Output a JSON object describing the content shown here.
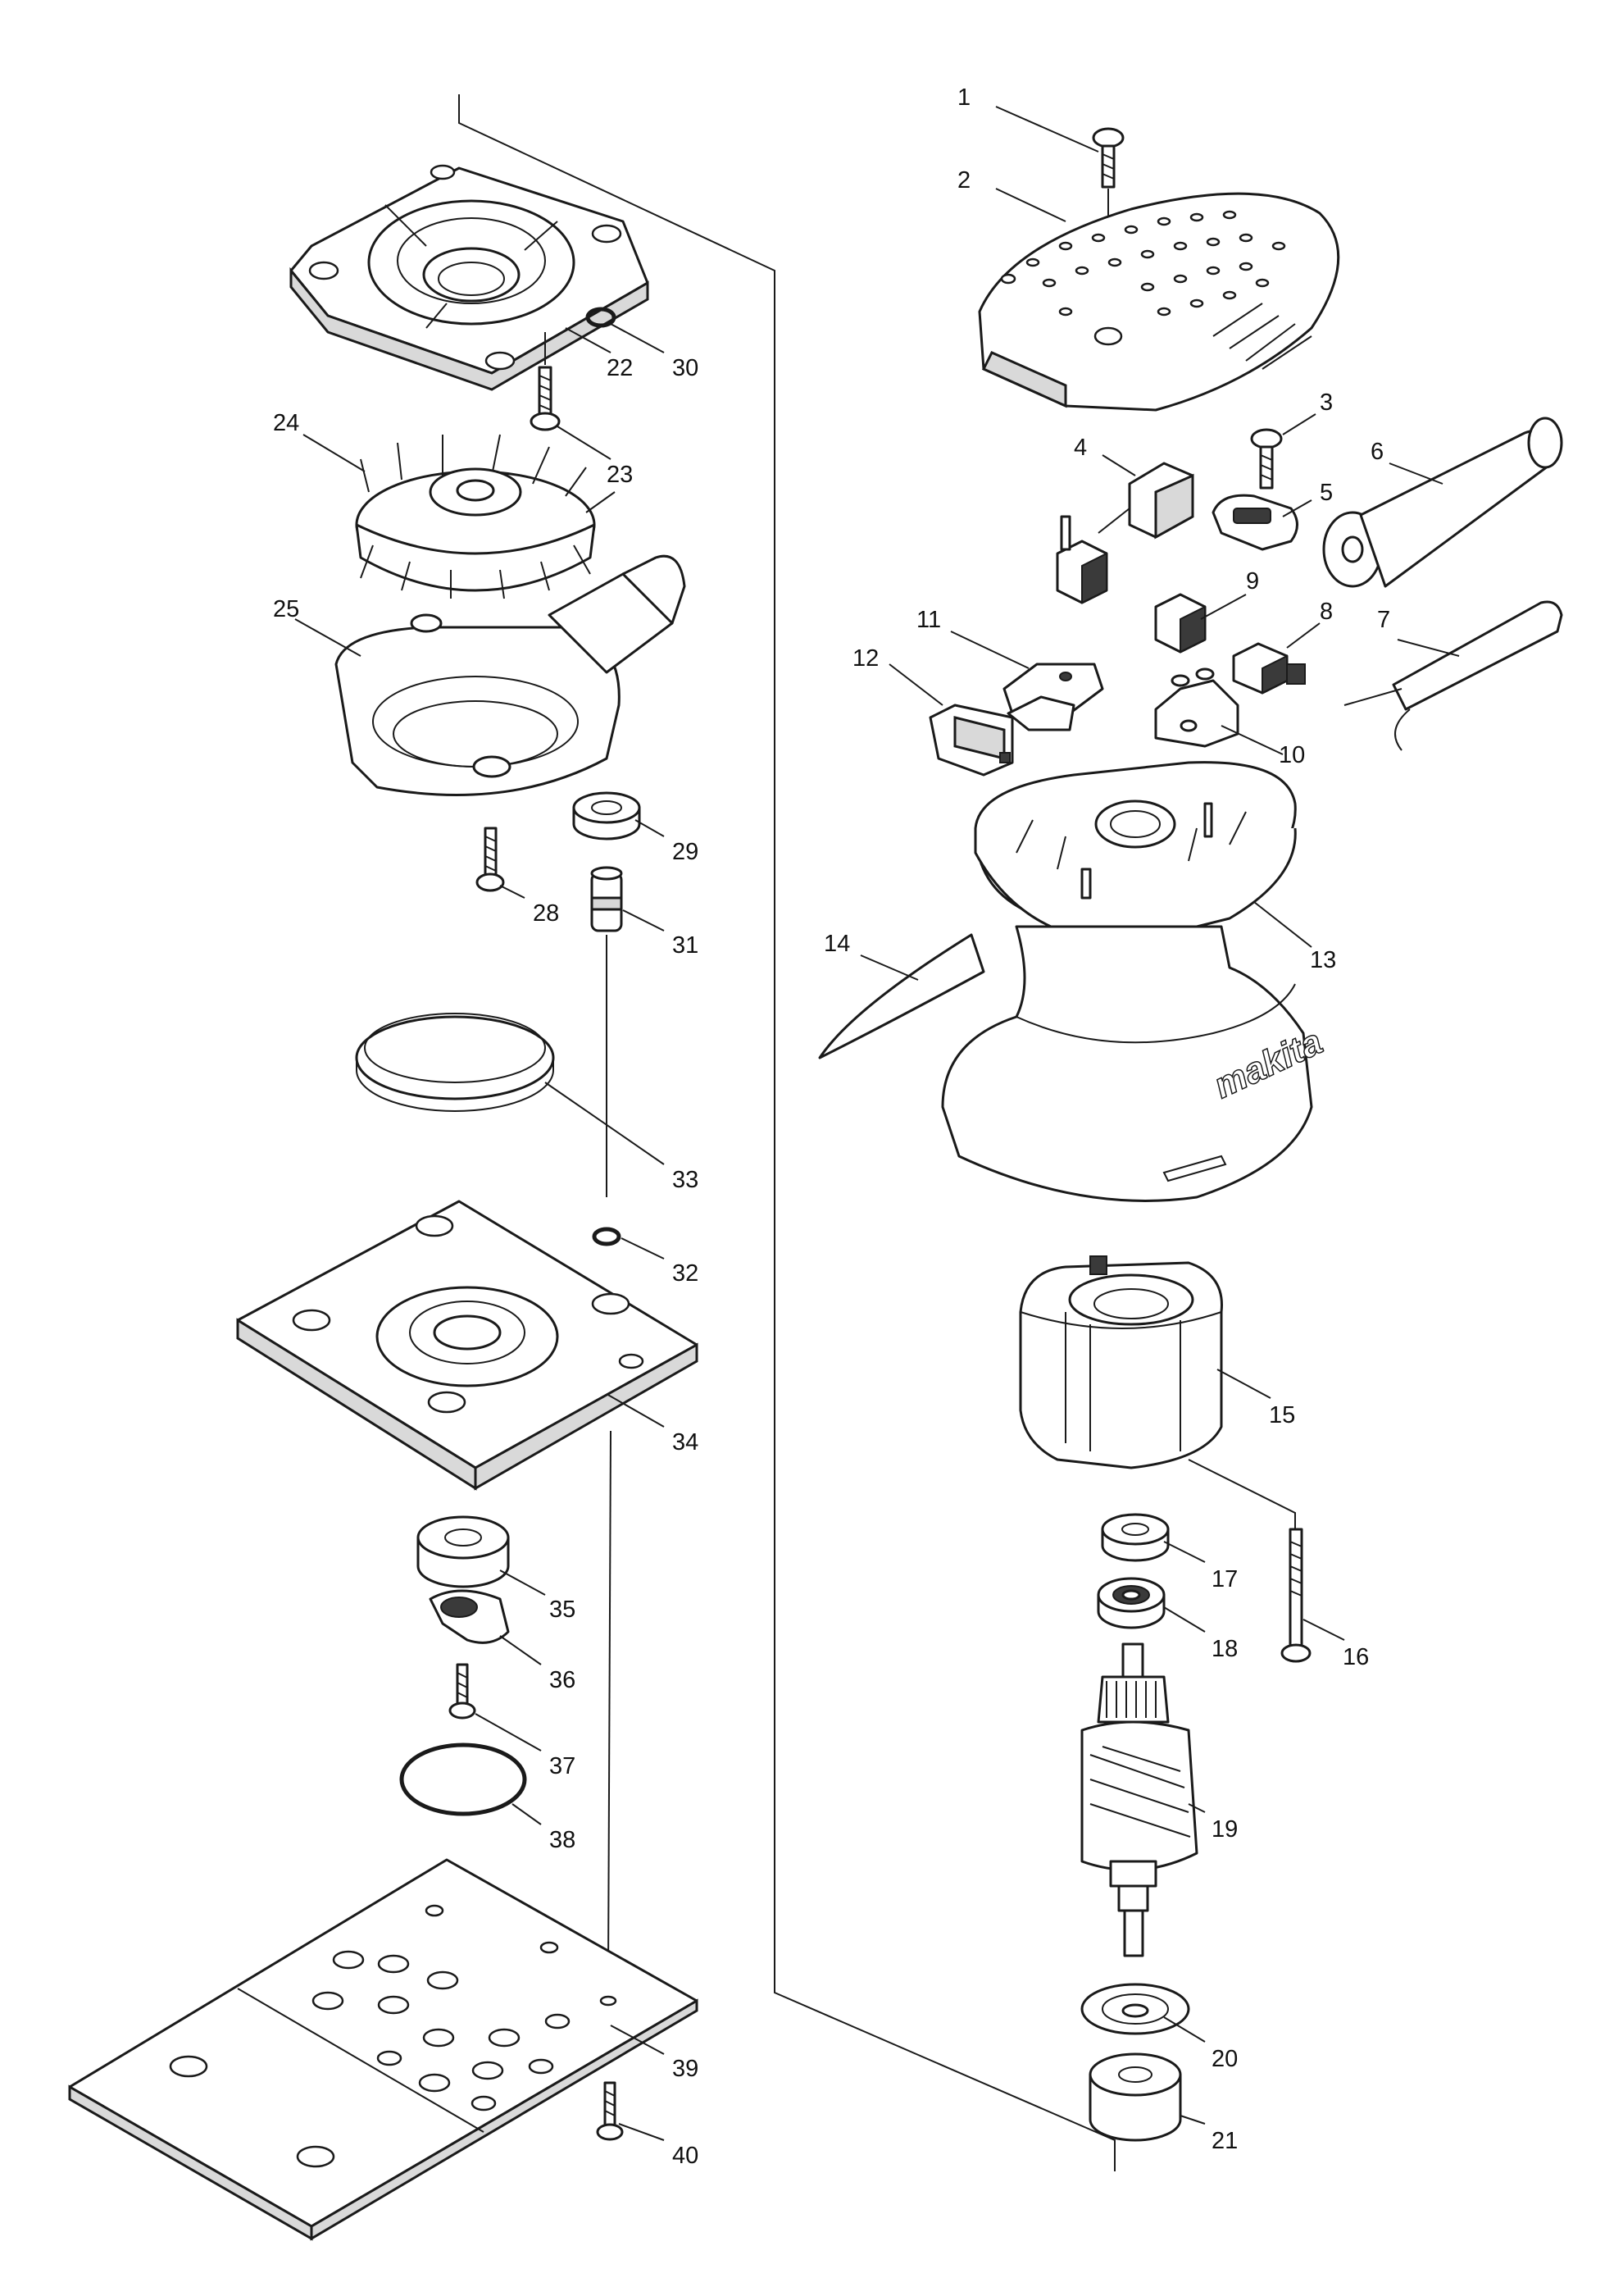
{
  "callouts": [
    {
      "id": "1",
      "text": "1"
    },
    {
      "id": "2",
      "text": "2"
    },
    {
      "id": "3",
      "text": "3"
    },
    {
      "id": "4",
      "text": "4"
    },
    {
      "id": "5",
      "text": "5"
    },
    {
      "id": "6",
      "text": "6"
    },
    {
      "id": "7",
      "text": "7"
    },
    {
      "id": "8",
      "text": "8"
    },
    {
      "id": "9",
      "text": "9"
    },
    {
      "id": "10",
      "text": "10"
    },
    {
      "id": "11",
      "text": "11"
    },
    {
      "id": "12",
      "text": "12"
    },
    {
      "id": "13",
      "text": "13"
    },
    {
      "id": "14",
      "text": "14"
    },
    {
      "id": "15",
      "text": "15"
    },
    {
      "id": "16",
      "text": "16"
    },
    {
      "id": "17",
      "text": "17"
    },
    {
      "id": "18",
      "text": "18"
    },
    {
      "id": "19",
      "text": "19"
    },
    {
      "id": "20",
      "text": "20"
    },
    {
      "id": "21",
      "text": "21"
    },
    {
      "id": "22",
      "text": "22"
    },
    {
      "id": "23",
      "text": "23"
    },
    {
      "id": "24",
      "text": "24"
    },
    {
      "id": "25",
      "text": "25"
    },
    {
      "id": "28",
      "text": "28"
    },
    {
      "id": "29",
      "text": "29"
    },
    {
      "id": "30",
      "text": "30"
    },
    {
      "id": "31",
      "text": "31"
    },
    {
      "id": "32",
      "text": "32"
    },
    {
      "id": "33",
      "text": "33"
    },
    {
      "id": "34",
      "text": "34"
    },
    {
      "id": "35",
      "text": "35"
    },
    {
      "id": "36",
      "text": "36"
    },
    {
      "id": "37",
      "text": "37"
    },
    {
      "id": "38",
      "text": "38"
    },
    {
      "id": "39",
      "text": "39"
    },
    {
      "id": "40",
      "text": "40"
    }
  ],
  "brand_text": "makita",
  "colors": {
    "line": "#1a1a1a",
    "background": "#ffffff"
  }
}
